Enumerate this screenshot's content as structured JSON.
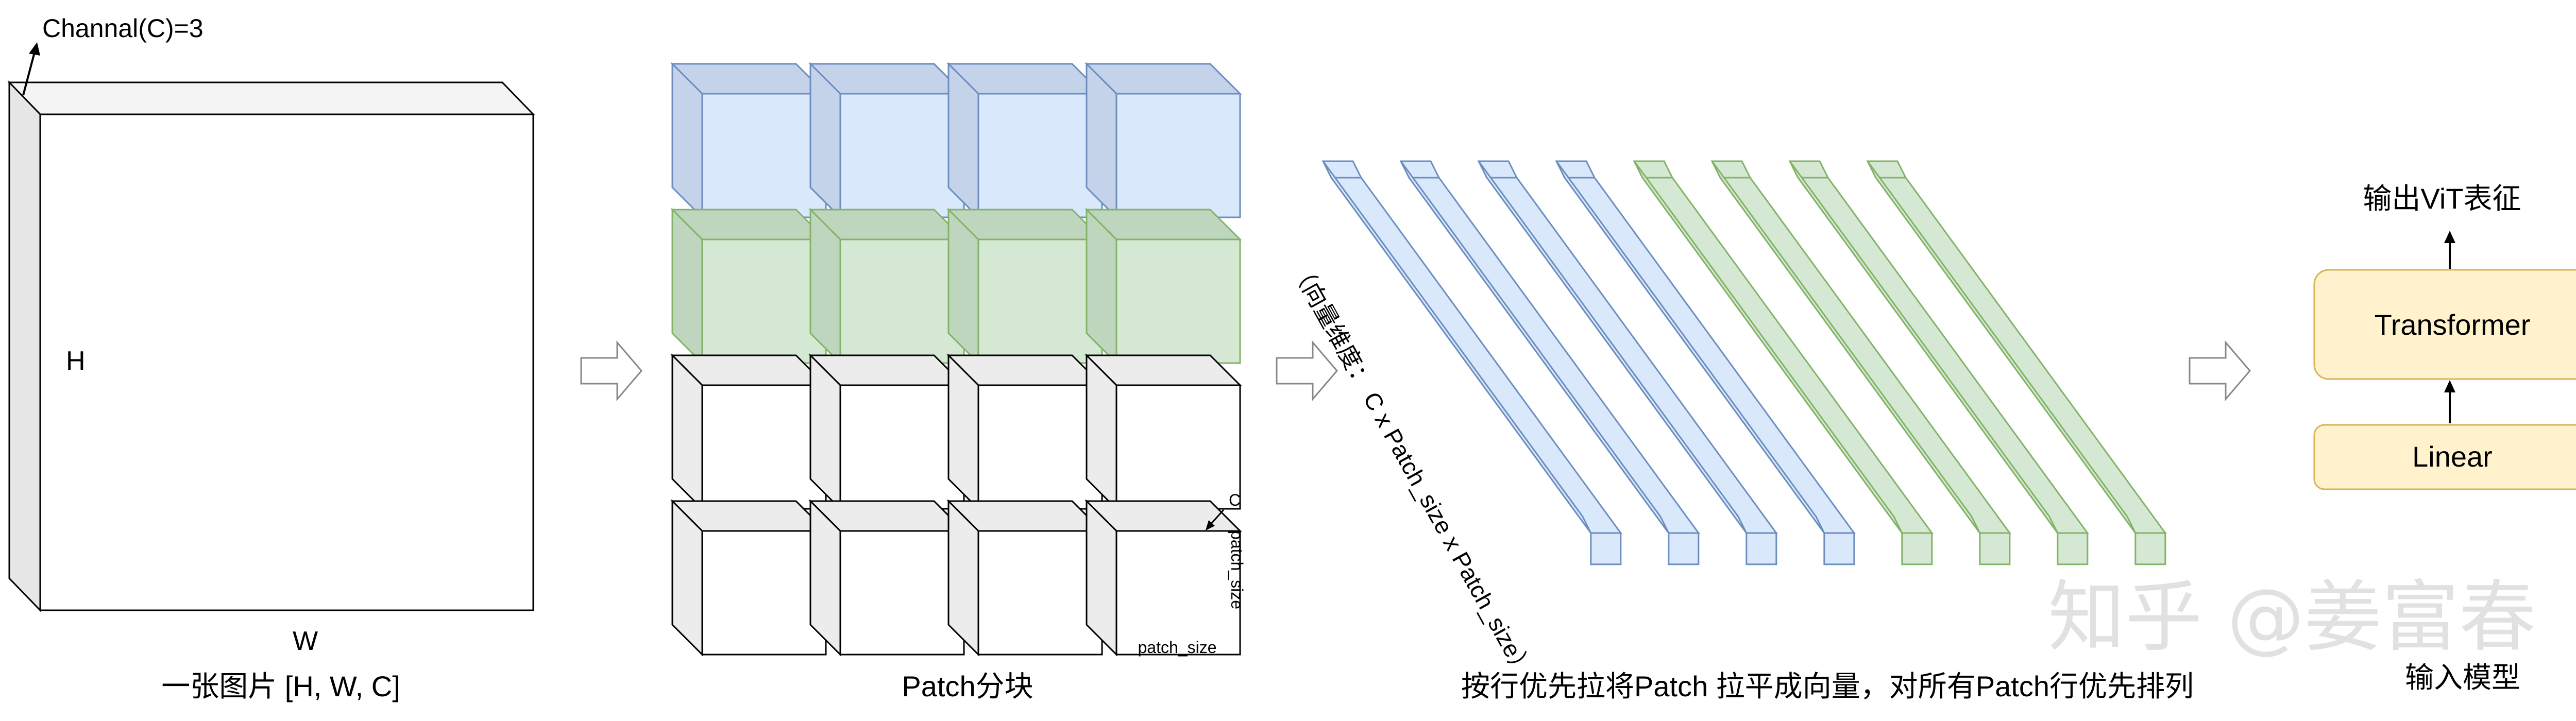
{
  "image": {
    "channel_label": "Channal(C)=3",
    "height_label": "H",
    "width_label": "W",
    "caption": "一张图片 [H, W, C]"
  },
  "patches": {
    "rows": 4,
    "cols": 4,
    "row_colors": [
      {
        "face": "#dae8fc",
        "side": "#c4d3ea",
        "stroke": "#6c8ebf"
      },
      {
        "face": "#d5e8d4",
        "side": "#bfd6be",
        "stroke": "#82b366"
      },
      {
        "face": "#ffffff",
        "side": "#ececec",
        "stroke": "#000000"
      },
      {
        "face": "#ffffff",
        "side": "#ececec",
        "stroke": "#000000"
      }
    ],
    "c_label": "C",
    "patch_size_vertical": "patch_size",
    "patch_size_horizontal": "patch_size",
    "caption": "Patch分块"
  },
  "vectors": {
    "count": 8,
    "colors": [
      {
        "face": "#dae8fc",
        "stroke": "#6c8ebf"
      },
      {
        "face": "#dae8fc",
        "stroke": "#6c8ebf"
      },
      {
        "face": "#dae8fc",
        "stroke": "#6c8ebf"
      },
      {
        "face": "#dae8fc",
        "stroke": "#6c8ebf"
      },
      {
        "face": "#d5e8d4",
        "stroke": "#82b366"
      },
      {
        "face": "#d5e8d4",
        "stroke": "#82b366"
      },
      {
        "face": "#d5e8d4",
        "stroke": "#82b366"
      },
      {
        "face": "#d5e8d4",
        "stroke": "#82b366"
      }
    ],
    "dim_label": "（向量维度：   C x Patch_size x Patch_size）",
    "caption": "按行优先拉将Patch 拉平成向量，对所有Patch行优先排列"
  },
  "model": {
    "output_label": "输出ViT表征",
    "transformer_label": "Transformer",
    "linear_label": "Linear",
    "caption": "输入模型",
    "box_fill": "#fff2cc",
    "box_stroke": "#d6b656"
  },
  "watermark": "知乎 @姜富春"
}
